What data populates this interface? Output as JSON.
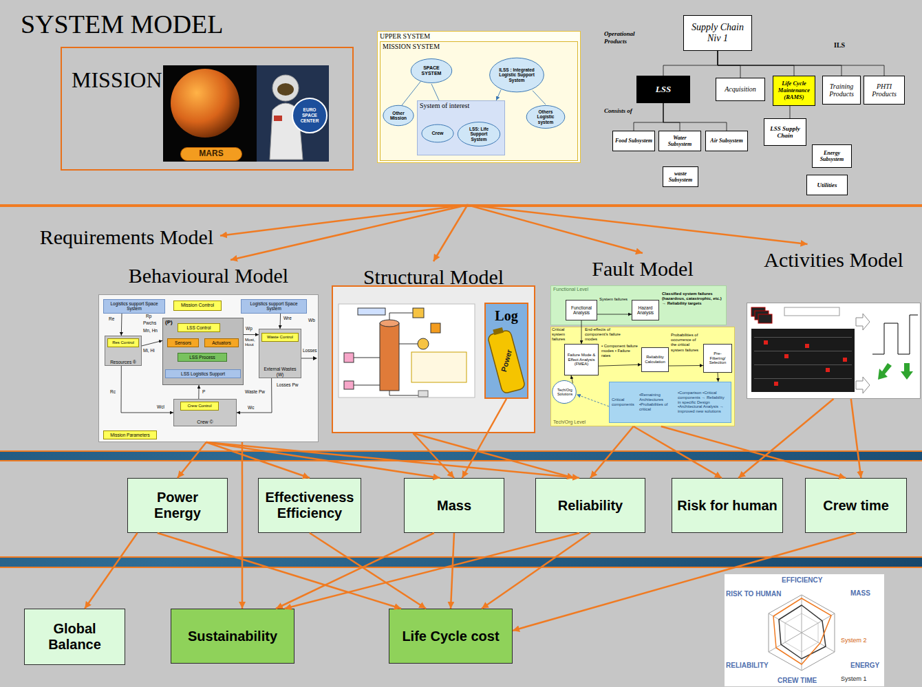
{
  "diagram": {
    "nodes": [
      {
        "text": [
          "SYSTEM MODEL"
        ]
      },
      {
        "text": [
          "MISSION"
        ],
        "in": 0
      },
      {
        "text": [
          "MARS"
        ],
        "in": 1
      },
      {
        "text": [
          "UPPER SYSTEM"
        ],
        "in": 0
      },
      {
        "text": [
          "MISSION SYSTEM"
        ],
        "in": 3
      },
      {
        "text": [
          "SPACE SYSTEM"
        ],
        "in": 4
      },
      {
        "text": [
          "ILSS : Integrated Logistic Support System"
        ],
        "in": 4
      },
      {
        "text": [
          "Other Mission"
        ],
        "in": 4
      },
      {
        "text": [
          "System of interest"
        ],
        "in": 4
      },
      {
        "text": [
          "Crew"
        ],
        "in": 8
      },
      {
        "text": [
          "LSS: Life Support System"
        ],
        "in": 8
      },
      {
        "text": [
          "Others Logistic system"
        ],
        "in": 4
      },
      {
        "text": [
          "Supply Chain Niv 1"
        ],
        "in": 0
      },
      {
        "text": [
          "LSS"
        ],
        "in": 0
      },
      {
        "text": [
          "Acquisition"
        ],
        "in": 0
      },
      {
        "text": [
          "Life Cycle Maintenance (RAMS)"
        ],
        "in": 0
      },
      {
        "text": [
          "Training Products"
        ],
        "in": 0
      },
      {
        "text": [
          "PHTI Products"
        ],
        "in": 0
      },
      {
        "text": [
          "LSS Supply Chain"
        ],
        "in": 0
      },
      {
        "text": [
          "Food Subsystem"
        ],
        "in": 0
      },
      {
        "text": [
          "Water Subsystem"
        ],
        "in": 0
      },
      {
        "text": [
          "Air Subsystem"
        ],
        "in": 0
      },
      {
        "text": [
          "waste Subsystem"
        ],
        "in": 0
      },
      {
        "text": [
          "Energy Subsystem"
        ],
        "in": 0
      },
      {
        "text": [
          "Utilities"
        ],
        "in": 0
      },
      {
        "text": [
          "Requirements Model"
        ]
      },
      {
        "text": [
          "Behavioural Model"
        ]
      },
      {
        "text": [
          "Logistics support Space System"
        ],
        "in": 26
      },
      {
        "text": [
          "Mission Control"
        ],
        "in": 26
      },
      {
        "text": [
          "Logistics support Space System"
        ],
        "in": 26
      },
      {
        "text": [
          "Resources ®"
        ],
        "in": 26
      },
      {
        "text": [
          "Res Control"
        ],
        "in": 30
      },
      {
        "text": [
          "(P)"
        ],
        "in": 26
      },
      {
        "text": [
          "LSS Control"
        ],
        "in": 32
      },
      {
        "text": [
          "Sensors"
        ],
        "in": 32
      },
      {
        "text": [
          "Actuators"
        ],
        "in": 32
      },
      {
        "text": [
          "LSS Process"
        ],
        "in": 32
      },
      {
        "text": [
          "LSS Logistics Support"
        ],
        "in": 32
      },
      {
        "text": [
          "External Wastes (W)"
        ],
        "in": 26
      },
      {
        "text": [
          "Waste Control"
        ],
        "in": 38
      },
      {
        "text": [
          "Crew ©"
        ],
        "in": 26
      },
      {
        "text": [
          "Crew Control"
        ],
        "in": 40
      },
      {
        "text": [
          "Mission Parameters"
        ],
        "in": 26
      },
      {
        "text": [
          "Structural Model"
        ]
      },
      {
        "text": [
          "Log"
        ],
        "in": 43
      },
      {
        "text": [
          "Fault Model"
        ]
      },
      {
        "text": [
          "Functional Level"
        ],
        "in": 45
      },
      {
        "text": [
          "Functional Analysis"
        ],
        "in": 46
      },
      {
        "text": [
          "Hazard Analysis"
        ],
        "in": 46
      },
      {
        "text": [
          "Tech/Org Level"
        ],
        "in": 45
      },
      {
        "text": [
          "Failure Mode & Effect Analysis (FMEA)"
        ],
        "in": 49
      },
      {
        "text": [
          "Reliability Calculation"
        ],
        "in": 49
      },
      {
        "text": [
          "Pre-Filtering/ Selection"
        ],
        "in": 49
      },
      {
        "text": [
          "Tech/Org Solutions"
        ],
        "in": 49
      },
      {
        "text": [
          "Critical components",
          "•Remaining Architectures •Probabilities of critical",
          "•Comparison •Critical components → Reliability in specific Design •Architectural Analysis → improved new solutions"
        ],
        "in": 49
      },
      {
        "text": [
          "Activities Model"
        ]
      },
      {
        "text": [
          "Power Energy"
        ]
      },
      {
        "text": [
          "Effectiveness Efficiency"
        ]
      },
      {
        "text": [
          "Mass"
        ]
      },
      {
        "text": [
          "Reliability"
        ]
      },
      {
        "text": [
          "Risk for human"
        ]
      },
      {
        "text": [
          "Crew time"
        ]
      },
      {
        "text": [
          "Global Balance"
        ]
      },
      {
        "text": [
          "Sustainability"
        ]
      },
      {
        "text": [
          "Life Cycle cost"
        ]
      }
    ],
    "edges": [
      {
        "from": 5,
        "to": 7,
        "arrow": "none"
      },
      {
        "from": 5,
        "to": 8,
        "arrow": "none"
      },
      {
        "from": 6,
        "to": 8,
        "arrow": "to"
      },
      {
        "from": 6,
        "to": 11,
        "arrow": "none"
      },
      {
        "from": 12,
        "to": 13,
        "arrow": "none"
      },
      {
        "from": 12,
        "to": 14,
        "arrow": "none"
      },
      {
        "from": 12,
        "to": 15,
        "arrow": "none"
      },
      {
        "from": 12,
        "to": 16,
        "arrow": "none"
      },
      {
        "from": 12,
        "to": 17,
        "arrow": "none"
      },
      {
        "from": 13,
        "to": 19,
        "arrow": "none"
      },
      {
        "from": 13,
        "to": 20,
        "arrow": "none"
      },
      {
        "from": 13,
        "to": 21,
        "arrow": "none"
      },
      {
        "from": 15,
        "to": 18,
        "arrow": "none"
      },
      {
        "from": 0,
        "to": 25,
        "arrow": "to"
      },
      {
        "from": 0,
        "to": 26,
        "arrow": "to"
      },
      {
        "from": 0,
        "to": 43,
        "arrow": "to"
      },
      {
        "from": 0,
        "to": 45,
        "arrow": "to"
      },
      {
        "from": 0,
        "to": 55,
        "arrow": "to"
      },
      {
        "from": 27,
        "to": 30,
        "arrow": "to"
      },
      {
        "from": 29,
        "to": 38,
        "arrow": "to"
      },
      {
        "from": 30,
        "to": 32,
        "arrow": "to"
      },
      {
        "from": 32,
        "to": 38,
        "arrow": "to"
      },
      {
        "from": 40,
        "to": 32,
        "arrow": "to"
      },
      {
        "from": 38,
        "to": 40,
        "arrow": "to"
      },
      {
        "from": 30,
        "to": 40,
        "arrow": "to"
      },
      {
        "from": 47,
        "to": 48,
        "arrow": "to"
      },
      {
        "from": 47,
        "to": 50,
        "arrow": "to"
      },
      {
        "from": 50,
        "to": 51,
        "arrow": "to"
      },
      {
        "from": 51,
        "to": 52,
        "arrow": "to"
      },
      {
        "from": 52,
        "to": 54,
        "arrow": "to"
      },
      {
        "from": 53,
        "to": 50,
        "arrow": "to"
      },
      {
        "from": 54,
        "to": 53,
        "arrow": "to"
      },
      {
        "from": 26,
        "to": 56,
        "arrow": "to"
      },
      {
        "from": 26,
        "to": 57,
        "arrow": "to"
      },
      {
        "from": 26,
        "to": 58,
        "arrow": "to"
      },
      {
        "from": 26,
        "to": 59,
        "arrow": "to"
      },
      {
        "from": 26,
        "to": 63,
        "arrow": "to"
      },
      {
        "from": 43,
        "to": 58,
        "arrow": "to"
      },
      {
        "from": 43,
        "to": 59,
        "arrow": "to"
      },
      {
        "from": 44,
        "to": 58,
        "arrow": "to"
      },
      {
        "from": 45,
        "to": 59,
        "arrow": "to"
      },
      {
        "from": 45,
        "to": 60,
        "arrow": "to"
      },
      {
        "from": 45,
        "to": 61,
        "arrow": "to"
      },
      {
        "from": 55,
        "to": 60,
        "arrow": "to"
      },
      {
        "from": 55,
        "to": 61,
        "arrow": "to"
      },
      {
        "from": 56,
        "to": 62,
        "arrow": "to"
      },
      {
        "from": 56,
        "to": 64,
        "arrow": "to"
      },
      {
        "from": 57,
        "to": 64,
        "arrow": "to"
      },
      {
        "from": 58,
        "to": 64,
        "arrow": "to"
      },
      {
        "from": 58,
        "to": 63,
        "arrow": "to"
      },
      {
        "from": 59,
        "to": 63,
        "arrow": "to"
      },
      {
        "from": 59,
        "to": 64,
        "arrow": "to"
      },
      {
        "from": 61,
        "to": 64,
        "arrow": "to"
      }
    ],
    "labels": [
      "Operational Products",
      "ILS",
      "Consists of",
      "EURO SPACE CENTER",
      "Re",
      "Rp",
      "Pwchs",
      "Mn, Hn",
      "Mi, Hi",
      "Wp",
      "Wre",
      "Wb",
      "Most, Hout",
      "Losses",
      "Losses Pw",
      "Waste Pw",
      "Rc",
      "Wcl",
      "P",
      "Wc",
      "Power",
      "System failures",
      "Classified system failures (hazardous, catastrophic, etc.) → Reliability targets",
      "Critical system failures",
      "End-effects of component's failure modes",
      "• Component failure modes • Failure rates",
      "Probabilities of occurrence of the critical system failures",
      "EFFICIENCY",
      "MASS",
      "RISK TO HUMAN",
      "RELIABILITY",
      "CREW TIME",
      "ENERGY",
      "System 2",
      "System 1"
    ]
  }
}
